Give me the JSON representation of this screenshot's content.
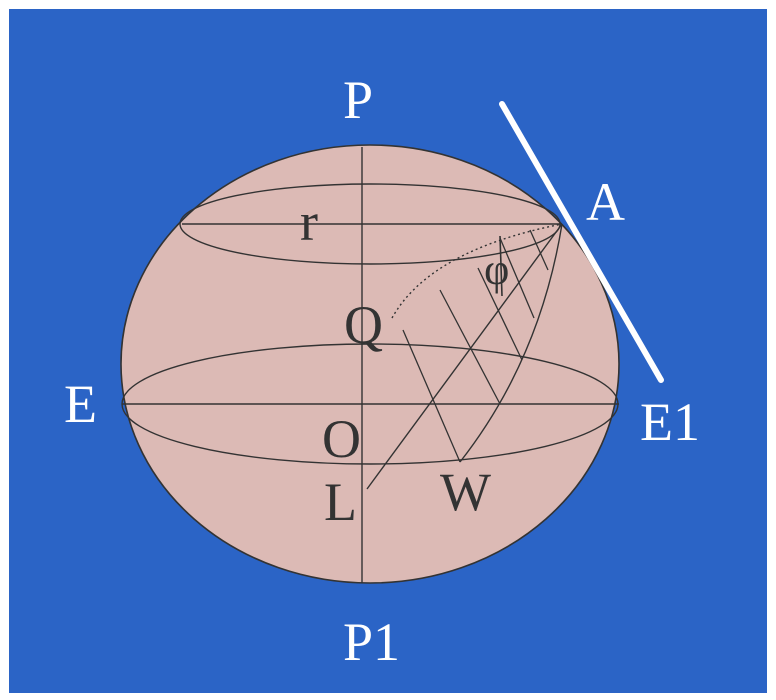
{
  "diagram": {
    "labels": {
      "P": "P",
      "P1": "P1",
      "E": "E",
      "E1": "E1",
      "A": "A",
      "r": "r",
      "phi": "φ",
      "Q": "Q",
      "O": "O",
      "L": "L",
      "W": "W"
    },
    "colors": {
      "background": "#2b64c6",
      "sphere_fill": "#dcbab5",
      "line": "#333333",
      "tangent": "#ffffff",
      "label_light": "#ffffff",
      "label_dark": "#333333"
    }
  }
}
